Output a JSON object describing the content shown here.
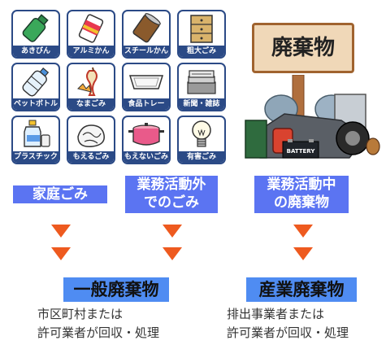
{
  "categories": [
    {
      "label": "あきびん",
      "icon": "bottle-icon"
    },
    {
      "label": "アルミかん",
      "icon": "aluminum-can-icon"
    },
    {
      "label": "スチールかん",
      "icon": "steel-can-icon"
    },
    {
      "label": "粗大ごみ",
      "icon": "furniture-icon"
    },
    {
      "label": "ペットボトル",
      "icon": "pet-bottle-icon"
    },
    {
      "label": "なまごみ",
      "icon": "food-waste-icon"
    },
    {
      "label": "食品トレー",
      "icon": "food-tray-icon"
    },
    {
      "label": "新聞・雑誌",
      "icon": "newspaper-icon"
    },
    {
      "label": "プラスチック",
      "icon": "plastic-icon"
    },
    {
      "label": "もえるごみ",
      "icon": "burnable-trash-icon"
    },
    {
      "label": "もえないごみ",
      "icon": "pot-icon"
    },
    {
      "label": "有害ごみ",
      "icon": "light-bulb-icon"
    }
  ],
  "sign": {
    "text": "廃棄物",
    "battery_text": "BATTERY"
  },
  "sources": {
    "household": "家庭ごみ",
    "non_business_line1": "業務活動外",
    "non_business_line2": "でのごみ",
    "business_line1": "業務活動中",
    "business_line2": "の廃棄物"
  },
  "results": {
    "general_label": "一般廃棄物",
    "general_desc_line1": "市区町村または",
    "general_desc_line2": "許可業者が回収・処理",
    "industrial_label": "産業廃棄物",
    "industrial_desc_line1": "排出事業者または",
    "industrial_desc_line2": "許可業者が回収・処理"
  },
  "colors": {
    "tile_border": "#2b4a86",
    "source_label_bg": "#5b74f2",
    "arrow": "#ee5a1f",
    "result_label_bg": "#4f8cf2"
  }
}
